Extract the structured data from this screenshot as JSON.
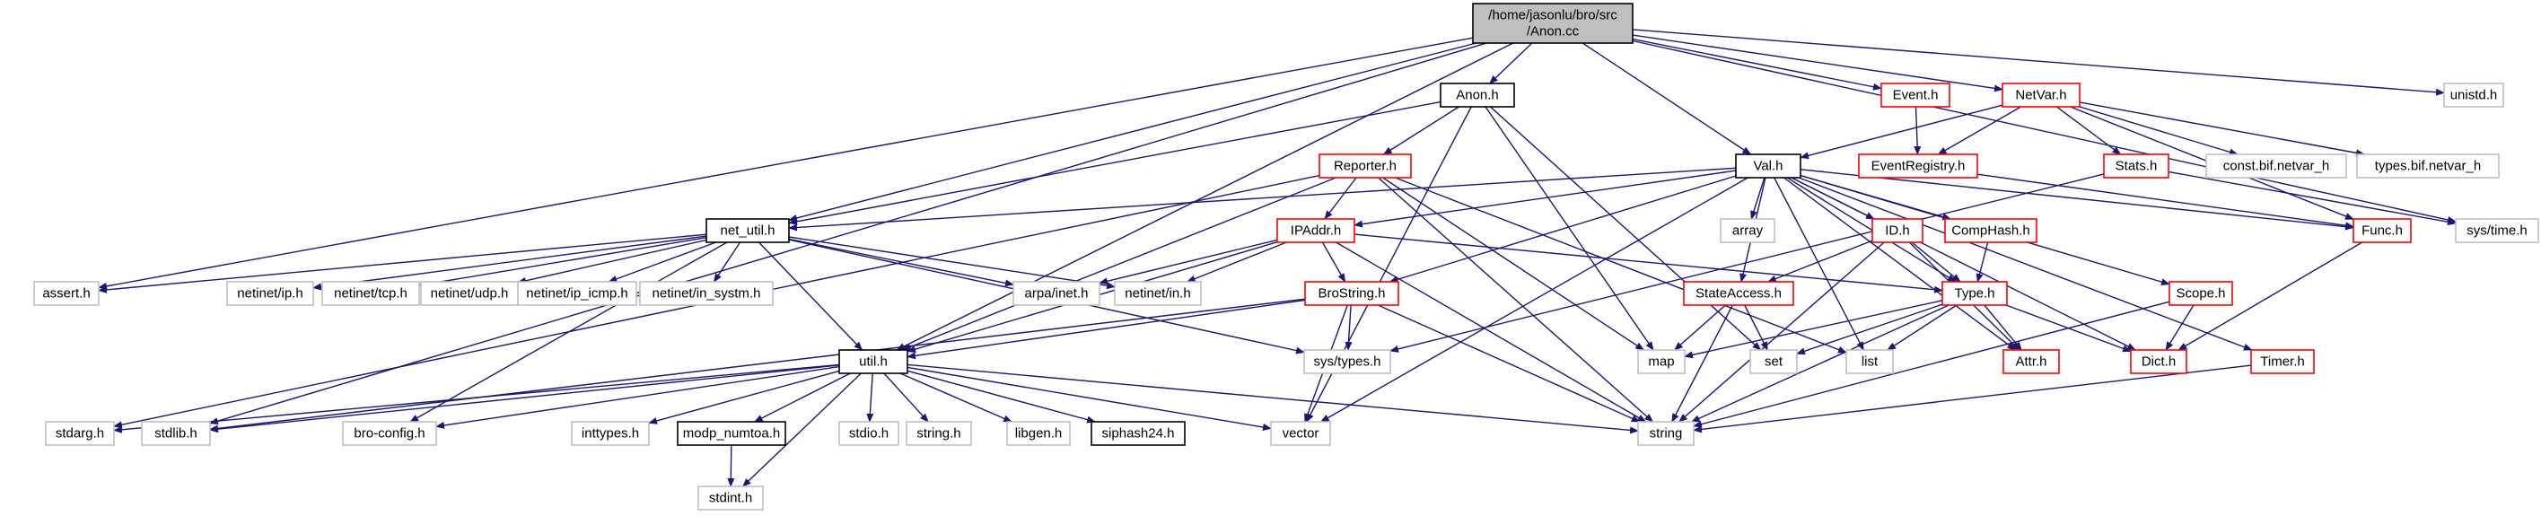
{
  "colors": {
    "root_fill": "#bfbfbf",
    "root_border": "#000000",
    "doc_border": "#000000",
    "partial_border": "#ff0000",
    "system_border": "#bfbfbf",
    "edge": "#191970",
    "text": "#000000"
  },
  "nodes": [
    {
      "id": "anon_cc",
      "label_lines": [
        "/home/jasonlu/bro/src",
        "/Anon.cc"
      ],
      "kind": "root"
    },
    {
      "id": "anon_h",
      "label": "Anon.h",
      "kind": "doc"
    },
    {
      "id": "event_h",
      "label": "Event.h",
      "kind": "partial"
    },
    {
      "id": "netvar_h",
      "label": "NetVar.h",
      "kind": "partial"
    },
    {
      "id": "unistd_h",
      "label": "unistd.h",
      "kind": "system"
    },
    {
      "id": "reporter_h",
      "label": "Reporter.h",
      "kind": "partial"
    },
    {
      "id": "val_h",
      "label": "Val.h",
      "kind": "doc"
    },
    {
      "id": "eventregistry_h",
      "label": "EventRegistry.h",
      "kind": "partial"
    },
    {
      "id": "stats_h",
      "label": "Stats.h",
      "kind": "partial"
    },
    {
      "id": "const_bif_netvar_h",
      "label": "const.bif.netvar_h",
      "kind": "system"
    },
    {
      "id": "types_bif_netvar_h",
      "label": "types.bif.netvar_h",
      "kind": "system"
    },
    {
      "id": "net_util_h",
      "label": "net_util.h",
      "kind": "doc"
    },
    {
      "id": "ipaddr_h",
      "label": "IPAddr.h",
      "kind": "partial"
    },
    {
      "id": "array",
      "label": "array",
      "kind": "system"
    },
    {
      "id": "id_h",
      "label": "ID.h",
      "kind": "partial"
    },
    {
      "id": "comphash_h",
      "label": "CompHash.h",
      "kind": "partial"
    },
    {
      "id": "func_h",
      "label": "Func.h",
      "kind": "partial"
    },
    {
      "id": "sys_time_h",
      "label": "sys/time.h",
      "kind": "system"
    },
    {
      "id": "assert_h",
      "label": "assert.h",
      "kind": "system"
    },
    {
      "id": "netinet_ip_h",
      "label": "netinet/ip.h",
      "kind": "system"
    },
    {
      "id": "netinet_tcp_h",
      "label": "netinet/tcp.h",
      "kind": "system"
    },
    {
      "id": "netinet_udp_h",
      "label": "netinet/udp.h",
      "kind": "system"
    },
    {
      "id": "netinet_ip_icmp_h",
      "label": "netinet/ip_icmp.h",
      "kind": "system"
    },
    {
      "id": "netinet_in_systm_h",
      "label": "netinet/in_systm.h",
      "kind": "system"
    },
    {
      "id": "arpa_inet_h",
      "label": "arpa/inet.h",
      "kind": "system"
    },
    {
      "id": "netinet_in_h",
      "label": "netinet/in.h",
      "kind": "system"
    },
    {
      "id": "brostring_h",
      "label": "BroString.h",
      "kind": "partial"
    },
    {
      "id": "stateaccess_h",
      "label": "StateAccess.h",
      "kind": "partial"
    },
    {
      "id": "type_h",
      "label": "Type.h",
      "kind": "partial"
    },
    {
      "id": "scope_h",
      "label": "Scope.h",
      "kind": "partial"
    },
    {
      "id": "timer_h",
      "label": "Timer.h",
      "kind": "partial"
    },
    {
      "id": "util_h",
      "label": "util.h",
      "kind": "doc"
    },
    {
      "id": "sys_types_h",
      "label": "sys/types.h",
      "kind": "system"
    },
    {
      "id": "map",
      "label": "map",
      "kind": "system"
    },
    {
      "id": "set",
      "label": "set",
      "kind": "system"
    },
    {
      "id": "list",
      "label": "list",
      "kind": "system"
    },
    {
      "id": "attr_h",
      "label": "Attr.h",
      "kind": "partial"
    },
    {
      "id": "dict_h",
      "label": "Dict.h",
      "kind": "partial"
    },
    {
      "id": "stdarg_h",
      "label": "stdarg.h",
      "kind": "system"
    },
    {
      "id": "stdlib_h",
      "label": "stdlib.h",
      "kind": "system"
    },
    {
      "id": "bro_config_h",
      "label": "bro-config.h",
      "kind": "system"
    },
    {
      "id": "inttypes_h",
      "label": "inttypes.h",
      "kind": "system"
    },
    {
      "id": "modp_numtoa_h",
      "label": "modp_numtoa.h",
      "kind": "doc"
    },
    {
      "id": "stdio_h",
      "label": "stdio.h",
      "kind": "system"
    },
    {
      "id": "string_h",
      "label": "string.h",
      "kind": "system"
    },
    {
      "id": "libgen_h",
      "label": "libgen.h",
      "kind": "system"
    },
    {
      "id": "siphash24_h",
      "label": "siphash24.h",
      "kind": "doc"
    },
    {
      "id": "vector",
      "label": "vector",
      "kind": "system"
    },
    {
      "id": "string",
      "label": "string",
      "kind": "system"
    },
    {
      "id": "stdint_h",
      "label": "stdint.h",
      "kind": "system"
    }
  ],
  "edges": [
    [
      "anon_cc",
      "anon_h"
    ],
    [
      "anon_cc",
      "event_h"
    ],
    [
      "anon_cc",
      "netvar_h"
    ],
    [
      "anon_cc",
      "unistd_h"
    ],
    [
      "anon_cc",
      "val_h"
    ],
    [
      "anon_cc",
      "net_util_h"
    ],
    [
      "anon_cc",
      "util_h"
    ],
    [
      "anon_cc",
      "assert_h"
    ],
    [
      "anon_cc",
      "stdlib_h"
    ],
    [
      "anon_cc",
      "sys_time_h"
    ],
    [
      "anon_h",
      "reporter_h"
    ],
    [
      "anon_h",
      "net_util_h"
    ],
    [
      "anon_h",
      "map"
    ],
    [
      "anon_h",
      "vector"
    ],
    [
      "anon_h",
      "set"
    ],
    [
      "event_h",
      "eventregistry_h"
    ],
    [
      "netvar_h",
      "val_h"
    ],
    [
      "netvar_h",
      "eventregistry_h"
    ],
    [
      "netvar_h",
      "stats_h"
    ],
    [
      "netvar_h",
      "const_bif_netvar_h"
    ],
    [
      "netvar_h",
      "types_bif_netvar_h"
    ],
    [
      "netvar_h",
      "func_h"
    ],
    [
      "reporter_h",
      "ipaddr_h"
    ],
    [
      "reporter_h",
      "util_h"
    ],
    [
      "reporter_h",
      "map"
    ],
    [
      "reporter_h",
      "list"
    ],
    [
      "reporter_h",
      "string"
    ],
    [
      "reporter_h",
      "stdarg_h"
    ],
    [
      "val_h",
      "net_util_h"
    ],
    [
      "val_h",
      "ipaddr_h"
    ],
    [
      "val_h",
      "array"
    ],
    [
      "val_h",
      "id_h"
    ],
    [
      "val_h",
      "comphash_h"
    ],
    [
      "val_h",
      "func_h"
    ],
    [
      "val_h",
      "brostring_h"
    ],
    [
      "val_h",
      "stateaccess_h"
    ],
    [
      "val_h",
      "type_h"
    ],
    [
      "val_h",
      "scope_h"
    ],
    [
      "val_h",
      "timer_h"
    ],
    [
      "val_h",
      "list"
    ],
    [
      "val_h",
      "vector"
    ],
    [
      "val_h",
      "attr_h"
    ],
    [
      "val_h",
      "dict_h"
    ],
    [
      "eventregistry_h",
      "func_h"
    ],
    [
      "stats_h",
      "sys_time_h"
    ],
    [
      "stats_h",
      "sys_types_h"
    ],
    [
      "net_util_h",
      "assert_h"
    ],
    [
      "net_util_h",
      "netinet_ip_h"
    ],
    [
      "net_util_h",
      "netinet_tcp_h"
    ],
    [
      "net_util_h",
      "netinet_udp_h"
    ],
    [
      "net_util_h",
      "netinet_ip_icmp_h"
    ],
    [
      "net_util_h",
      "netinet_in_systm_h"
    ],
    [
      "net_util_h",
      "arpa_inet_h"
    ],
    [
      "net_util_h",
      "netinet_in_h"
    ],
    [
      "net_util_h",
      "util_h"
    ],
    [
      "net_util_h",
      "sys_types_h"
    ],
    [
      "net_util_h",
      "bro_config_h"
    ],
    [
      "ipaddr_h",
      "arpa_inet_h"
    ],
    [
      "ipaddr_h",
      "netinet_in_h"
    ],
    [
      "ipaddr_h",
      "brostring_h"
    ],
    [
      "ipaddr_h",
      "type_h"
    ],
    [
      "ipaddr_h",
      "util_h"
    ],
    [
      "ipaddr_h",
      "string"
    ],
    [
      "id_h",
      "stateaccess_h"
    ],
    [
      "id_h",
      "type_h"
    ],
    [
      "id_h",
      "attr_h"
    ],
    [
      "id_h",
      "string"
    ],
    [
      "comphash_h",
      "type_h"
    ],
    [
      "brostring_h",
      "util_h"
    ],
    [
      "brostring_h",
      "sys_types_h"
    ],
    [
      "brostring_h",
      "vector"
    ],
    [
      "brostring_h",
      "string"
    ],
    [
      "brostring_h",
      "stdlib_h"
    ],
    [
      "stateaccess_h",
      "map"
    ],
    [
      "stateaccess_h",
      "set"
    ],
    [
      "stateaccess_h",
      "string"
    ],
    [
      "type_h",
      "map"
    ],
    [
      "type_h",
      "set"
    ],
    [
      "type_h",
      "list"
    ],
    [
      "type_h",
      "string"
    ],
    [
      "type_h",
      "attr_h"
    ],
    [
      "type_h",
      "dict_h"
    ],
    [
      "scope_h",
      "dict_h"
    ],
    [
      "scope_h",
      "string"
    ],
    [
      "timer_h",
      "string"
    ],
    [
      "util_h",
      "stdarg_h"
    ],
    [
      "util_h",
      "stdlib_h"
    ],
    [
      "util_h",
      "bro_config_h"
    ],
    [
      "util_h",
      "inttypes_h"
    ],
    [
      "util_h",
      "modp_numtoa_h"
    ],
    [
      "util_h",
      "stdio_h"
    ],
    [
      "util_h",
      "string_h"
    ],
    [
      "util_h",
      "libgen_h"
    ],
    [
      "util_h",
      "siphash24_h"
    ],
    [
      "util_h",
      "vector"
    ],
    [
      "util_h",
      "string"
    ],
    [
      "util_h",
      "stdint_h"
    ],
    [
      "modp_numtoa_h",
      "stdint_h"
    ],
    [
      "func_h",
      "dict_h"
    ]
  ]
}
